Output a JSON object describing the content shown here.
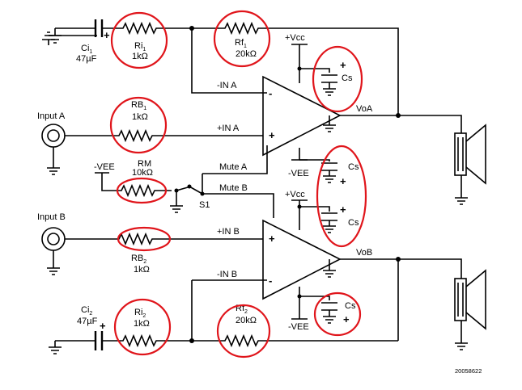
{
  "labels": {
    "ci1_name": "Ci",
    "ci1_sub": "1",
    "ci1_val": "47µF",
    "ri1_name": "Ri",
    "ri1_sub": "1",
    "ri1_val": "1kΩ",
    "rf1_name": "Rf",
    "rf1_sub": "1",
    "rf1_val": "20kΩ",
    "vcc1": "+Vcc",
    "cs1": "Cs",
    "in_a_neg": "-IN A",
    "input_a": "Input A",
    "rb1_name": "RB",
    "rb1_sub": "1",
    "rb1_val": "1kΩ",
    "in_a_pos": "+IN A",
    "voa": "VoA",
    "vee_m": "-VEE",
    "rm_name": "RM",
    "rm_val": "10kΩ",
    "mute_a": "Mute A",
    "mute_b": "Mute B",
    "s1": "S1",
    "vee1": "-VEE",
    "cs2": "Cs",
    "vcc2": "+Vcc",
    "cs3": "Cs",
    "input_b": "Input B",
    "in_b_pos": "+IN B",
    "rb2_name": "RB",
    "rb2_sub": "2",
    "rb2_val": "1kΩ",
    "vob": "VoB",
    "in_b_neg": "-IN B",
    "ci2_name": "Ci",
    "ci2_sub": "2",
    "ci2_val": "47µF",
    "ri2_name": "Ri",
    "ri2_sub": "2",
    "ri2_val": "1kΩ",
    "rf2_name": "Rf",
    "rf2_sub": "2",
    "rf2_val": "20kΩ",
    "vee2": "-VEE",
    "cs4": "Cs",
    "ref": "20058622"
  },
  "colors": {
    "highlight": "#e0151b",
    "wire": "#000000"
  }
}
